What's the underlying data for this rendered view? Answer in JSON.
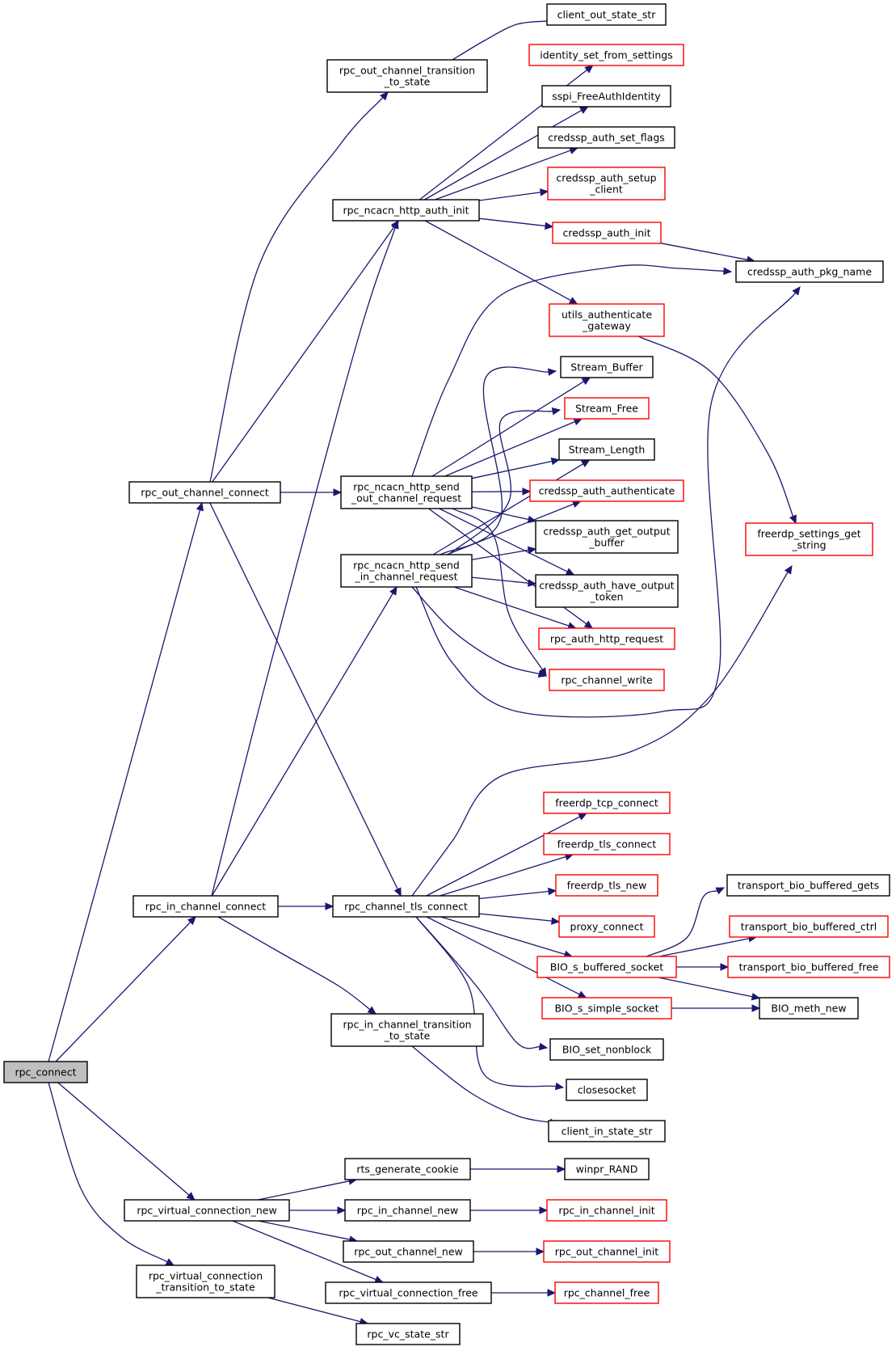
{
  "colors": {
    "edge": "#191970",
    "border_documented": "#000000",
    "border_undocumented": "#ff0000",
    "root_fill": "#bfbfbf",
    "node_fill": "#ffffff"
  },
  "nodes": [
    {
      "id": "rpc_connect",
      "lines": [
        "rpc_connect"
      ],
      "style": "root"
    },
    {
      "id": "rpc_out_channel_connect",
      "lines": [
        "rpc_out_channel_connect"
      ],
      "style": "black"
    },
    {
      "id": "rpc_in_channel_connect",
      "lines": [
        "rpc_in_channel_connect"
      ],
      "style": "black"
    },
    {
      "id": "rpc_virtual_connection_new",
      "lines": [
        "rpc_virtual_connection_new"
      ],
      "style": "black"
    },
    {
      "id": "rpc_virtual_connection_transition_to_state",
      "lines": [
        "rpc_virtual_connection",
        "_transition_to_state"
      ],
      "style": "black"
    },
    {
      "id": "rpc_out_channel_transition_to_state",
      "lines": [
        "rpc_out_channel_transition",
        "_to_state"
      ],
      "style": "black"
    },
    {
      "id": "rpc_ncacn_http_auth_init",
      "lines": [
        "rpc_ncacn_http_auth_init"
      ],
      "style": "black"
    },
    {
      "id": "rpc_ncacn_http_send_out_channel_request",
      "lines": [
        "rpc_ncacn_http_send",
        "_out_channel_request"
      ],
      "style": "black"
    },
    {
      "id": "rpc_ncacn_http_send_in_channel_request",
      "lines": [
        "rpc_ncacn_http_send",
        "_in_channel_request"
      ],
      "style": "black"
    },
    {
      "id": "rpc_channel_tls_connect",
      "lines": [
        "rpc_channel_tls_connect"
      ],
      "style": "black"
    },
    {
      "id": "rpc_in_channel_transition_to_state",
      "lines": [
        "rpc_in_channel_transition",
        "_to_state"
      ],
      "style": "black"
    },
    {
      "id": "rts_generate_cookie",
      "lines": [
        "rts_generate_cookie"
      ],
      "style": "black"
    },
    {
      "id": "rpc_in_channel_new",
      "lines": [
        "rpc_in_channel_new"
      ],
      "style": "black"
    },
    {
      "id": "rpc_out_channel_new",
      "lines": [
        "rpc_out_channel_new"
      ],
      "style": "black"
    },
    {
      "id": "rpc_virtual_connection_free",
      "lines": [
        "rpc_virtual_connection_free"
      ],
      "style": "black"
    },
    {
      "id": "rpc_vc_state_str",
      "lines": [
        "rpc_vc_state_str"
      ],
      "style": "black"
    },
    {
      "id": "client_out_state_str",
      "lines": [
        "client_out_state_str"
      ],
      "style": "black"
    },
    {
      "id": "identity_set_from_settings",
      "lines": [
        "identity_set_from_settings"
      ],
      "style": "red"
    },
    {
      "id": "sspi_FreeAuthIdentity",
      "lines": [
        "sspi_FreeAuthIdentity"
      ],
      "style": "black"
    },
    {
      "id": "credssp_auth_set_flags",
      "lines": [
        "credssp_auth_set_flags"
      ],
      "style": "black"
    },
    {
      "id": "credssp_auth_setup_client",
      "lines": [
        "credssp_auth_setup",
        "_client"
      ],
      "style": "red"
    },
    {
      "id": "credssp_auth_init",
      "lines": [
        "credssp_auth_init"
      ],
      "style": "red"
    },
    {
      "id": "utils_authenticate_gateway",
      "lines": [
        "utils_authenticate",
        "_gateway"
      ],
      "style": "red"
    },
    {
      "id": "Stream_Buffer",
      "lines": [
        "Stream_Buffer"
      ],
      "style": "black"
    },
    {
      "id": "Stream_Free",
      "lines": [
        "Stream_Free"
      ],
      "style": "red"
    },
    {
      "id": "Stream_Length",
      "lines": [
        "Stream_Length"
      ],
      "style": "black"
    },
    {
      "id": "credssp_auth_authenticate",
      "lines": [
        "credssp_auth_authenticate"
      ],
      "style": "red"
    },
    {
      "id": "credssp_auth_get_output_buffer",
      "lines": [
        "credssp_auth_get_output",
        "_buffer"
      ],
      "style": "black"
    },
    {
      "id": "credssp_auth_have_output_token",
      "lines": [
        "credssp_auth_have_output",
        "_token"
      ],
      "style": "black"
    },
    {
      "id": "rpc_auth_http_request",
      "lines": [
        "rpc_auth_http_request"
      ],
      "style": "red"
    },
    {
      "id": "rpc_channel_write",
      "lines": [
        "rpc_channel_write"
      ],
      "style": "red"
    },
    {
      "id": "freerdp_tcp_connect",
      "lines": [
        "freerdp_tcp_connect"
      ],
      "style": "red"
    },
    {
      "id": "freerdp_tls_connect",
      "lines": [
        "freerdp_tls_connect"
      ],
      "style": "red"
    },
    {
      "id": "freerdp_tls_new",
      "lines": [
        "freerdp_tls_new"
      ],
      "style": "red"
    },
    {
      "id": "proxy_connect",
      "lines": [
        "proxy_connect"
      ],
      "style": "red"
    },
    {
      "id": "BIO_s_buffered_socket",
      "lines": [
        "BIO_s_buffered_socket"
      ],
      "style": "red"
    },
    {
      "id": "BIO_s_simple_socket",
      "lines": [
        "BIO_s_simple_socket"
      ],
      "style": "red"
    },
    {
      "id": "BIO_set_nonblock",
      "lines": [
        "BIO_set_nonblock"
      ],
      "style": "black"
    },
    {
      "id": "closesocket",
      "lines": [
        "closesocket"
      ],
      "style": "black"
    },
    {
      "id": "client_in_state_str",
      "lines": [
        "client_in_state_str"
      ],
      "style": "black"
    },
    {
      "id": "winpr_RAND",
      "lines": [
        "winpr_RAND"
      ],
      "style": "black"
    },
    {
      "id": "rpc_in_channel_init",
      "lines": [
        "rpc_in_channel_init"
      ],
      "style": "red"
    },
    {
      "id": "rpc_out_channel_init",
      "lines": [
        "rpc_out_channel_init"
      ],
      "style": "red"
    },
    {
      "id": "rpc_channel_free",
      "lines": [
        "rpc_channel_free"
      ],
      "style": "red"
    },
    {
      "id": "credssp_auth_pkg_name",
      "lines": [
        "credssp_auth_pkg_name"
      ],
      "style": "black"
    },
    {
      "id": "freerdp_settings_get_string",
      "lines": [
        "freerdp_settings_get",
        "_string"
      ],
      "style": "red"
    },
    {
      "id": "transport_bio_buffered_gets",
      "lines": [
        "transport_bio_buffered_gets"
      ],
      "style": "black"
    },
    {
      "id": "transport_bio_buffered_ctrl",
      "lines": [
        "transport_bio_buffered_ctrl"
      ],
      "style": "red"
    },
    {
      "id": "transport_bio_buffered_free",
      "lines": [
        "transport_bio_buffered_free"
      ],
      "style": "red"
    },
    {
      "id": "BIO_meth_new",
      "lines": [
        "BIO_meth_new"
      ],
      "style": "black"
    }
  ],
  "edges": [
    [
      "rpc_connect",
      "rpc_out_channel_connect"
    ],
    [
      "rpc_connect",
      "rpc_in_channel_connect"
    ],
    [
      "rpc_connect",
      "rpc_virtual_connection_new"
    ],
    [
      "rpc_connect",
      "rpc_virtual_connection_transition_to_state"
    ],
    [
      "rpc_out_channel_connect",
      "rpc_out_channel_transition_to_state"
    ],
    [
      "rpc_out_channel_connect",
      "rpc_ncacn_http_auth_init"
    ],
    [
      "rpc_out_channel_connect",
      "rpc_ncacn_http_send_out_channel_request"
    ],
    [
      "rpc_out_channel_connect",
      "rpc_channel_tls_connect"
    ],
    [
      "rpc_out_channel_transition_to_state",
      "client_out_state_str"
    ],
    [
      "rpc_ncacn_http_auth_init",
      "identity_set_from_settings"
    ],
    [
      "rpc_ncacn_http_auth_init",
      "sspi_FreeAuthIdentity"
    ],
    [
      "rpc_ncacn_http_auth_init",
      "credssp_auth_set_flags"
    ],
    [
      "rpc_ncacn_http_auth_init",
      "credssp_auth_setup_client"
    ],
    [
      "rpc_ncacn_http_auth_init",
      "credssp_auth_init"
    ],
    [
      "rpc_ncacn_http_auth_init",
      "utils_authenticate_gateway"
    ],
    [
      "credssp_auth_init",
      "credssp_auth_pkg_name"
    ],
    [
      "utils_authenticate_gateway",
      "freerdp_settings_get_string"
    ],
    [
      "rpc_ncacn_http_send_out_channel_request",
      "credssp_auth_pkg_name"
    ],
    [
      "rpc_ncacn_http_send_out_channel_request",
      "Stream_Buffer"
    ],
    [
      "rpc_ncacn_http_send_out_channel_request",
      "Stream_Free"
    ],
    [
      "rpc_ncacn_http_send_out_channel_request",
      "Stream_Length"
    ],
    [
      "rpc_ncacn_http_send_out_channel_request",
      "credssp_auth_authenticate"
    ],
    [
      "rpc_ncacn_http_send_out_channel_request",
      "credssp_auth_get_output_buffer"
    ],
    [
      "rpc_ncacn_http_send_out_channel_request",
      "credssp_auth_have_output_token"
    ],
    [
      "rpc_ncacn_http_send_out_channel_request",
      "rpc_auth_http_request"
    ],
    [
      "rpc_ncacn_http_send_out_channel_request",
      "rpc_channel_write"
    ],
    [
      "rpc_ncacn_http_send_in_channel_request",
      "Stream_Buffer"
    ],
    [
      "rpc_ncacn_http_send_in_channel_request",
      "Stream_Free"
    ],
    [
      "rpc_ncacn_http_send_in_channel_request",
      "Stream_Length"
    ],
    [
      "rpc_ncacn_http_send_in_channel_request",
      "credssp_auth_authenticate"
    ],
    [
      "rpc_ncacn_http_send_in_channel_request",
      "credssp_auth_get_output_buffer"
    ],
    [
      "rpc_ncacn_http_send_in_channel_request",
      "credssp_auth_have_output_token"
    ],
    [
      "rpc_ncacn_http_send_in_channel_request",
      "rpc_auth_http_request"
    ],
    [
      "rpc_ncacn_http_send_in_channel_request",
      "rpc_channel_write"
    ],
    [
      "rpc_ncacn_http_send_in_channel_request",
      "credssp_auth_pkg_name"
    ],
    [
      "rpc_in_channel_connect",
      "rpc_ncacn_http_auth_init"
    ],
    [
      "rpc_in_channel_connect",
      "rpc_ncacn_http_send_in_channel_request"
    ],
    [
      "rpc_in_channel_connect",
      "rpc_channel_tls_connect"
    ],
    [
      "rpc_in_channel_connect",
      "rpc_in_channel_transition_to_state"
    ],
    [
      "rpc_channel_tls_connect",
      "freerdp_settings_get_string"
    ],
    [
      "rpc_channel_tls_connect",
      "freerdp_tcp_connect"
    ],
    [
      "rpc_channel_tls_connect",
      "freerdp_tls_connect"
    ],
    [
      "rpc_channel_tls_connect",
      "freerdp_tls_new"
    ],
    [
      "rpc_channel_tls_connect",
      "proxy_connect"
    ],
    [
      "rpc_channel_tls_connect",
      "BIO_s_buffered_socket"
    ],
    [
      "rpc_channel_tls_connect",
      "BIO_s_simple_socket"
    ],
    [
      "rpc_channel_tls_connect",
      "BIO_set_nonblock"
    ],
    [
      "rpc_channel_tls_connect",
      "closesocket"
    ],
    [
      "BIO_s_buffered_socket",
      "transport_bio_buffered_gets"
    ],
    [
      "BIO_s_buffered_socket",
      "transport_bio_buffered_ctrl"
    ],
    [
      "BIO_s_buffered_socket",
      "transport_bio_buffered_free"
    ],
    [
      "BIO_s_buffered_socket",
      "BIO_meth_new"
    ],
    [
      "BIO_s_simple_socket",
      "BIO_meth_new"
    ],
    [
      "rpc_in_channel_transition_to_state",
      "client_in_state_str"
    ],
    [
      "rpc_virtual_connection_new",
      "rts_generate_cookie"
    ],
    [
      "rpc_virtual_connection_new",
      "rpc_in_channel_new"
    ],
    [
      "rpc_virtual_connection_new",
      "rpc_out_channel_new"
    ],
    [
      "rpc_virtual_connection_new",
      "rpc_virtual_connection_free"
    ],
    [
      "rts_generate_cookie",
      "winpr_RAND"
    ],
    [
      "rpc_in_channel_new",
      "rpc_in_channel_init"
    ],
    [
      "rpc_out_channel_new",
      "rpc_out_channel_init"
    ],
    [
      "rpc_virtual_connection_free",
      "rpc_channel_free"
    ],
    [
      "rpc_virtual_connection_transition_to_state",
      "rpc_vc_state_str"
    ]
  ]
}
